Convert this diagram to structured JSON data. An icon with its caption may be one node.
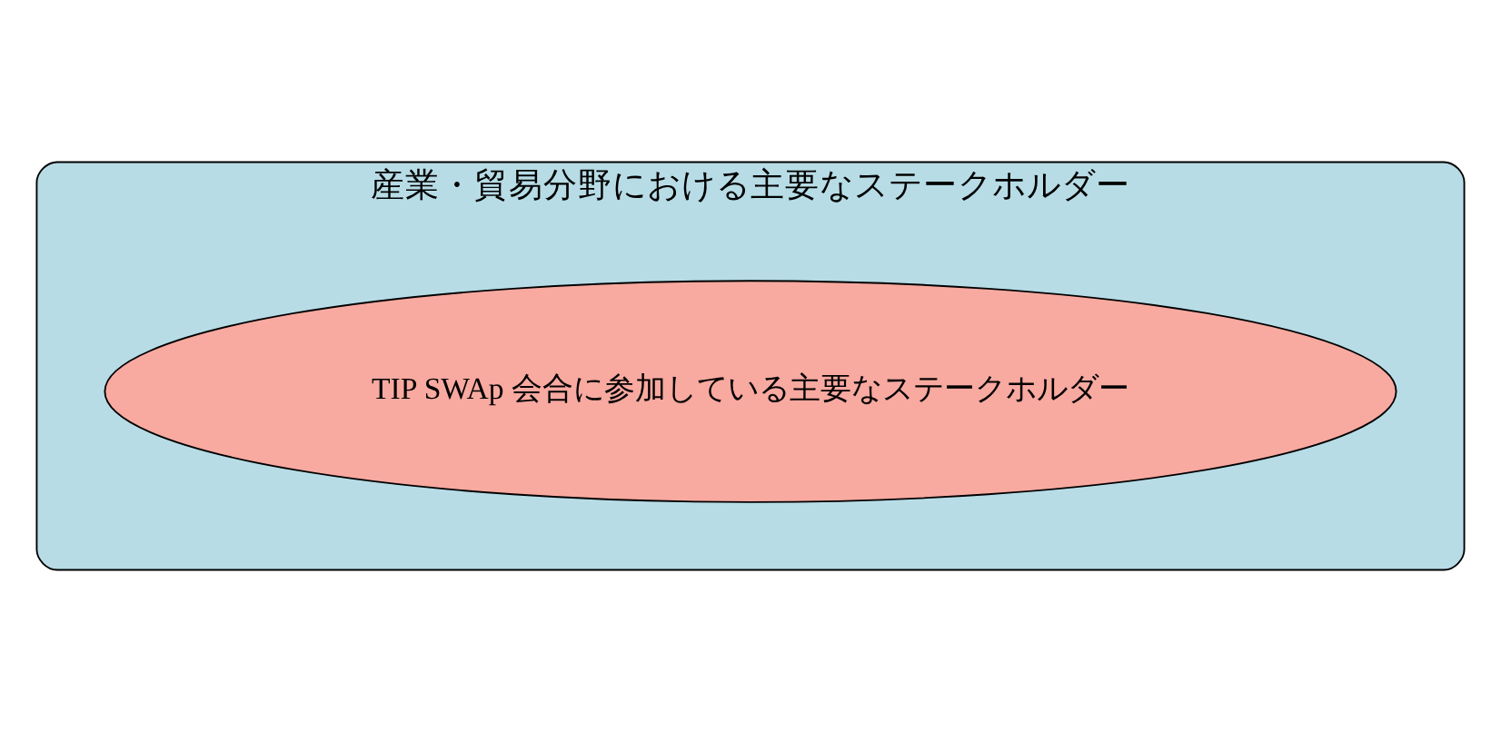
{
  "diagram": {
    "nodes": [
      {
        "text": [
          "産業・貿易分野における主要なステークホルダー"
        ]
      },
      {
        "text": [
          "TIP SWAp 会合に参加している主要なステークホルダー"
        ],
        "in": 0
      }
    ]
  }
}
